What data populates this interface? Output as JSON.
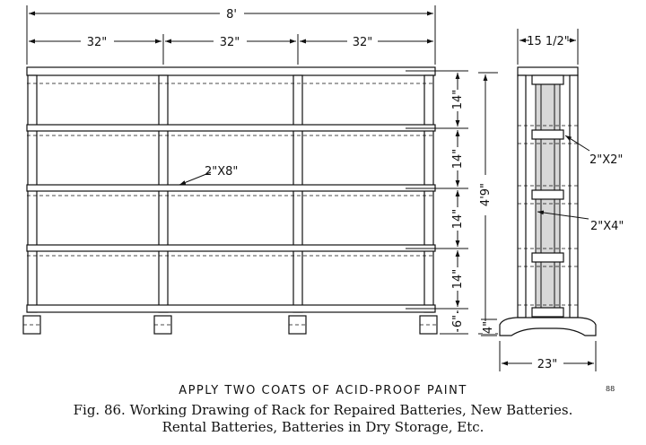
{
  "front": {
    "overall_width": "8'",
    "bay_widths": [
      "32\"",
      "32\"",
      "32\""
    ],
    "shelf_spacings": [
      "14\"",
      "14\"",
      "14\"",
      "14\""
    ],
    "foot_height": "6\"",
    "overall_height": "4'9\"",
    "shelf_board_label": "2\"X8\""
  },
  "side": {
    "depth_top": "15 1/2\"",
    "base_width": "23\"",
    "base_height": "4\"",
    "member_labels": [
      "2\"X2\"",
      "2\"X4\""
    ]
  },
  "note": "APPLY TWO COATS OF ACID-PROOF PAINT",
  "plate_number": "88",
  "caption": {
    "line1": "Fig. 86.  Working Drawing of Rack for Repaired Batteries, New Batteries.",
    "line2": "Rental Batteries, Batteries in Dry Storage, Etc."
  }
}
